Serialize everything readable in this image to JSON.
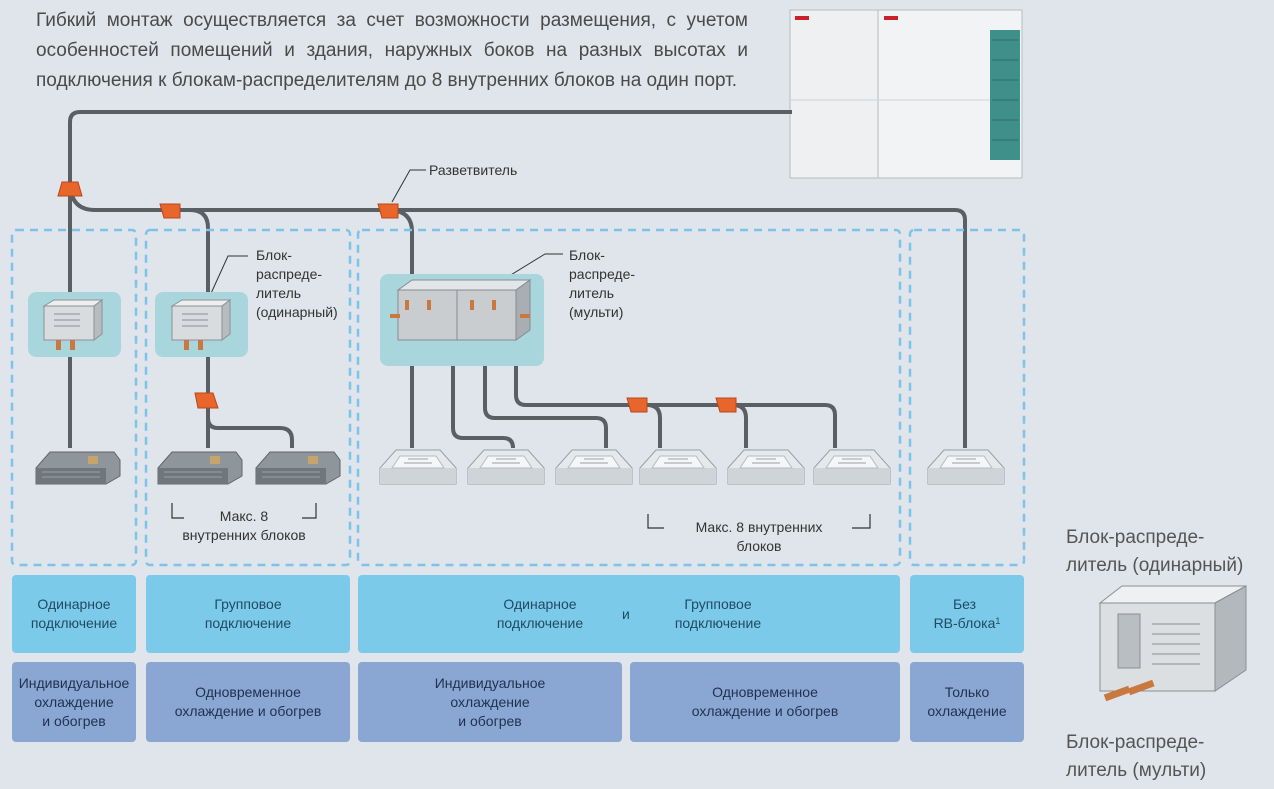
{
  "intro_text": "Гибкий монтаж осуществляется за счет возможности размещения, с учетом особенностей помещений и здания, наружных боков на разных высотах и подключения к блокам-распределителям до 8 внутренних блоков на один порт.",
  "labels": {
    "branch": "Разветвитель",
    "rb_single": "Блок-\nраспреде-\nлитель\n(одинарный)",
    "rb_multi": "Блок-\nраспреде-\nлитель\n(мульти)",
    "max8_a": "Макс. 8\nвнутренних блоков",
    "max8_b": "Макс. 8 внутренних\nблоков"
  },
  "connection_row": {
    "single": "Одинарное\nподключение",
    "group": "Групповое\nподключение",
    "mixed_single": "Одинарное\nподключение",
    "mixed_and": "и",
    "mixed_group": "Групповое\nподключение",
    "none_main": "Без\nRB-блока",
    "none_sup": "1"
  },
  "mode_row": {
    "individual_a": "Индивидуальное\nохлаждение\nи обогрев",
    "simultaneous_a": "Одновременное\nохлаждение и обогрев",
    "individual_b": "Индивидуальное\nохлаждение\nи обогрев",
    "simultaneous_b": "Одновременное\nохлаждение и обогрев",
    "cooling_only": "Только\nохлаждение"
  },
  "sidebar": {
    "single_caption": "Блок-распреде-\nлитель (одинарный)",
    "multi_caption": "Блок-распреде-\nлитель (мульти)"
  },
  "colors": {
    "pipe": "#5a5f63",
    "branch_fitting": "#e8652c",
    "dashed_frame": "#7fc3ea",
    "rb_panel": "#a9d6dd",
    "row_connection": "#7ccae9",
    "row_mode": "#8aa6d2"
  },
  "icons": {
    "outdoor_unit": "fujitsu-outdoor-unit",
    "rb_single_unit": "rb-box-single",
    "rb_multi_unit": "rb-box-multi",
    "ducted_unit": "ducted-indoor-unit",
    "cassette_unit": "cassette-indoor-unit"
  }
}
